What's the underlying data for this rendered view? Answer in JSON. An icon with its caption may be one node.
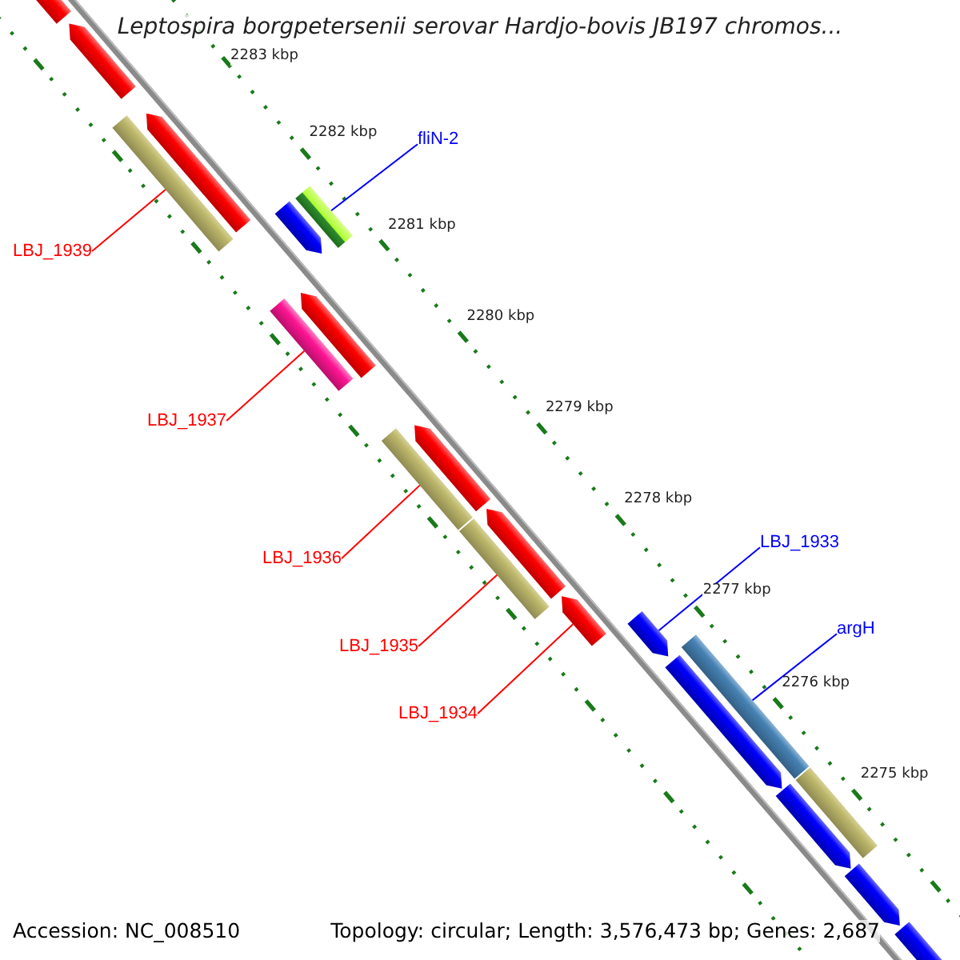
{
  "diagram": {
    "title": "Leptospira borgpetersenii serovar Hardjo-bovis JB197 chromos...",
    "nodes": [
      {
        "text": [
          "fliN-2"
        ]
      },
      {
        "text": [],
        "shape": "bar"
      },
      {
        "text": [
          "LBJ_1939"
        ]
      },
      {
        "text": [],
        "shape": "bar"
      },
      {
        "text": [
          "LBJ_1937"
        ]
      },
      {
        "text": [],
        "shape": "bar"
      },
      {
        "text": [
          "LBJ_1936"
        ]
      },
      {
        "text": [],
        "shape": "bar"
      },
      {
        "text": [
          "LBJ_1935"
        ]
      },
      {
        "text": [],
        "shape": "bar"
      },
      {
        "text": [
          "LBJ_1934"
        ]
      },
      {
        "text": [],
        "shape": "arrow"
      },
      {
        "text": [
          "LBJ_1933"
        ]
      },
      {
        "text": [],
        "shape": "arrow"
      },
      {
        "text": [
          "argH"
        ]
      },
      {
        "text": [],
        "shape": "bar"
      },
      {
        "text": [],
        "shape": "arrow"
      },
      {
        "text": [],
        "shape": "arrow"
      },
      {
        "text": [],
        "shape": "arrow"
      },
      {
        "text": [],
        "shape": "arrow"
      },
      {
        "text": [],
        "shape": "arrow"
      },
      {
        "text": [],
        "shape": "arrow"
      },
      {
        "text": [],
        "shape": "arrow"
      },
      {
        "text": [],
        "shape": "arrow"
      },
      {
        "text": [],
        "shape": "arrow"
      },
      {
        "text": [],
        "shape": "arrow"
      },
      {
        "text": [],
        "shape": "arrow"
      },
      {
        "text": [],
        "shape": "bar"
      }
    ],
    "edges": [
      {
        "from": 0,
        "to": 1,
        "arrow": "none",
        "color": "#0000ff"
      },
      {
        "from": 2,
        "to": 3,
        "arrow": "none"
      },
      {
        "from": 4,
        "to": 5,
        "arrow": "none"
      },
      {
        "from": 6,
        "to": 7,
        "arrow": "none"
      },
      {
        "from": 8,
        "to": 9,
        "arrow": "none"
      },
      {
        "from": 10,
        "to": 11,
        "arrow": "none"
      },
      {
        "from": 12,
        "to": 13,
        "arrow": "none",
        "color": "#0000ff"
      },
      {
        "from": 14,
        "to": 15,
        "arrow": "none",
        "color": "#0000ff"
      }
    ],
    "labels": [
      "2283 kbp",
      "2282 kbp",
      "2281 kbp",
      "2280 kbp",
      "2279 kbp",
      "2278 kbp",
      "2277 kbp",
      "2276 kbp",
      "2275 kbp",
      "Accession: NC_008510",
      "Topology: circular; Length: 3,576,473 bp; Genes: 2,687"
    ]
  }
}
